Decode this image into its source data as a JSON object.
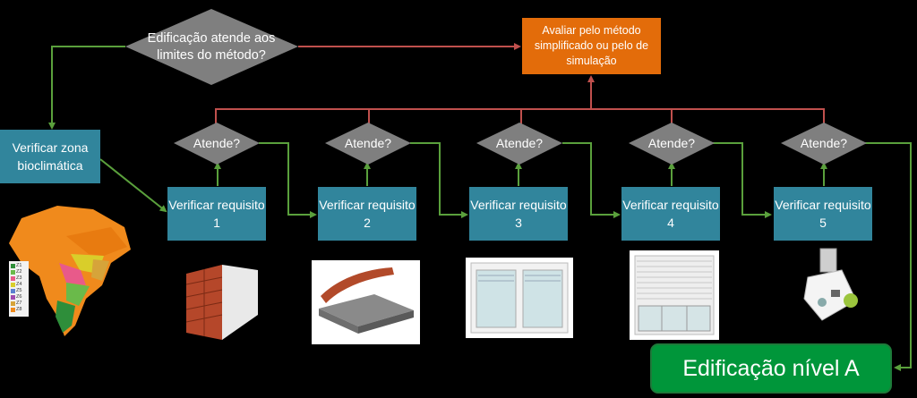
{
  "decision_top": "Edificação atende aos limites do método?",
  "evaluate_box": "Avaliar pelo método simplificado ou pelo de simulação",
  "zone_box": "Verificar zona bioclimática",
  "zone_legend": [
    "Z1",
    "Z2",
    "Z3",
    "Z4",
    "Z5",
    "Z6",
    "Z7",
    "Z8"
  ],
  "requirements": [
    {
      "label": "Verificar requisito 1",
      "check": "Atende?"
    },
    {
      "label": "Verificar requisito 2",
      "check": "Atende?"
    },
    {
      "label": "Verificar requisito 3",
      "check": "Atende?"
    },
    {
      "label": "Verificar requisito 4",
      "check": "Atende?"
    },
    {
      "label": "Verificar requisito 5",
      "check": "Atende?"
    }
  ],
  "final_box": "Edificação nível A",
  "colors": {
    "teal": "#31859c",
    "orange": "#e36c0a",
    "green_line": "#5aa03c",
    "red_line": "#c0504d",
    "diamond": "#7f7f7f",
    "final": "#00963a"
  }
}
